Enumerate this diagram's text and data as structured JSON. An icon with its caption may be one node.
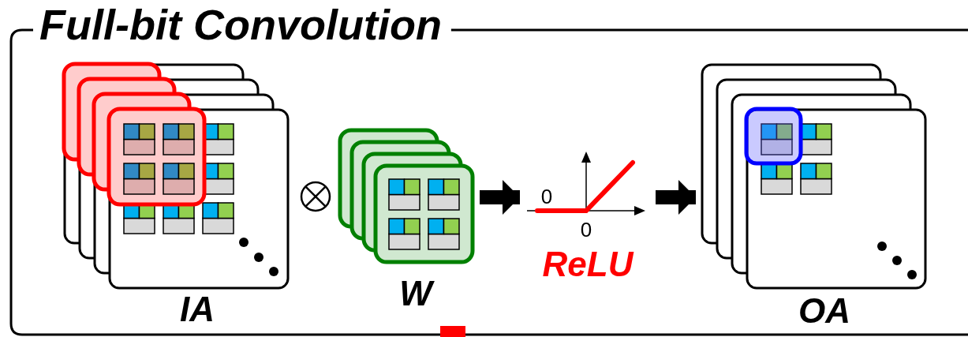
{
  "diagram": {
    "title": "Full-bit Convolution",
    "nodes": [
      {
        "text": [
          "IA"
        ]
      },
      {
        "text": [
          "W"
        ]
      },
      {
        "text": [
          "ReLU"
        ],
        "beside": [
          "0",
          "0"
        ]
      },
      {
        "text": [
          "OA"
        ]
      }
    ],
    "edges": [
      {
        "from": 1,
        "to": 2,
        "arrow": "to"
      },
      {
        "from": 2,
        "to": 3,
        "arrow": "to"
      }
    ]
  }
}
